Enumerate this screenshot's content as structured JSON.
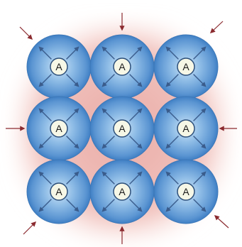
{
  "diagram": {
    "atom_label": "A",
    "grid": {
      "rows": 3,
      "cols": 3
    },
    "colors": {
      "background": "#ffffff",
      "glow_inner": "#e9a8a2",
      "glow_outer": "#fbe6e3",
      "sphere_center": "#c9e2f7",
      "sphere_mid": "#6fa8dc",
      "sphere_edge": "#3f7fc4",
      "nucleus_fill": "#f6f7e6",
      "nucleus_stroke": "#2c4f7a",
      "inner_arrow": "#3a5c8c",
      "outer_arrow": "#8b2a2f"
    },
    "inner_arrows": "outward",
    "outer_arrows": "inward",
    "icons": {
      "nucleus": "circle-with-letter",
      "inner_arrow": "outward-arrow-icon",
      "outer_arrow": "inward-arrow-icon"
    }
  }
}
